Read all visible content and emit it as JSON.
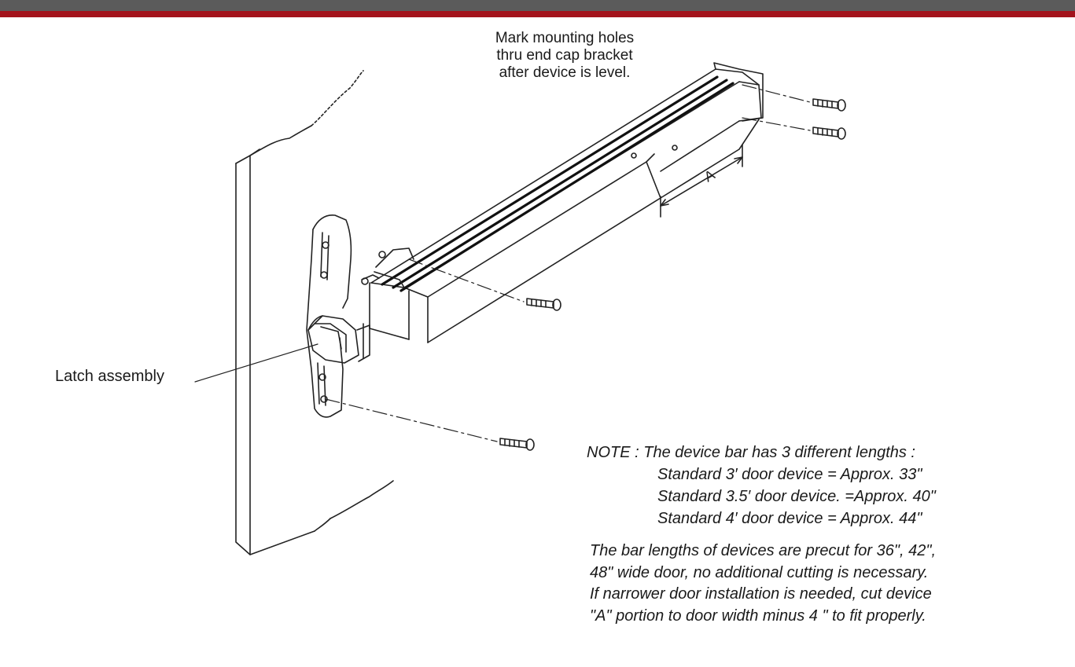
{
  "header": {
    "bar_color": "#5b5b5b",
    "accent_color": "#a3131c"
  },
  "callouts": {
    "top_lines": [
      "Mark mounting holes",
      "thru end cap bracket",
      "after device is level."
    ],
    "latch": "Latch assembly",
    "dimension": "A"
  },
  "note": {
    "heading": "NOTE : The device bar has 3 different lengths :",
    "lengths": [
      "Standard 3′ door device    = Approx. 33\"",
      "Standard 3.5′ door device. =Approx. 40\"",
      "Standard 4′ door device    = Approx. 44\""
    ],
    "paragraph": [
      "The bar lengths of devices are precut for 36\", 42\",",
      "48\"  wide door, no additional cutting is necessary.",
      "If narrower door installation is needed, cut device",
      "\"A\" portion to door width minus 4 \" to fit properly."
    ]
  }
}
